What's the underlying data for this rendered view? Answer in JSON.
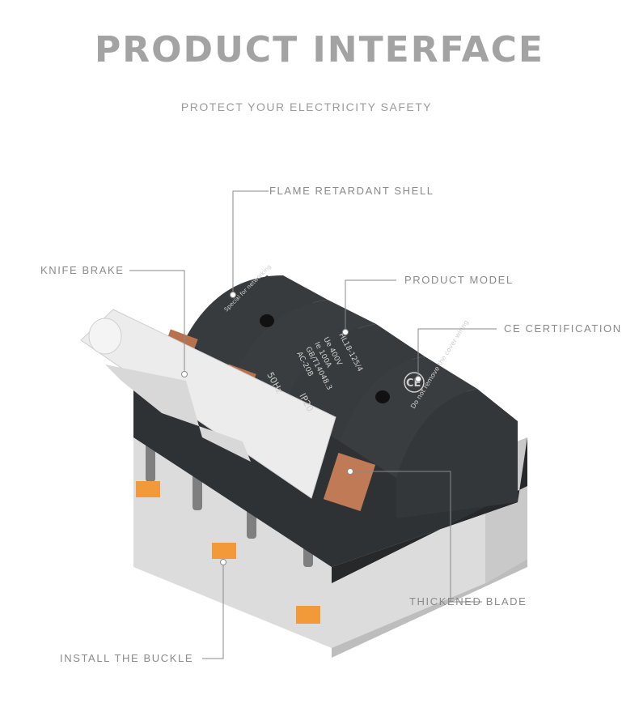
{
  "header": {
    "title": "PRODUCT INTERFACE",
    "subtitle": "PROTECT YOUR ELECTRICITY SAFETY"
  },
  "callouts": {
    "flame_retardant_shell": "FLAME RETARDANT SHELL",
    "knife_brake": "KNIFE BRAKE",
    "product_model": "PRODUCT MODEL",
    "ce_certification": "CE CERTIFICATION",
    "thickened_blade": "THICKENED BLADE",
    "install_the_buckle": "INSTALL THE BUCKLE"
  },
  "product_markings": {
    "model": "HL18-125/4",
    "ue": "Ue 400V",
    "ie": "Ie 100A",
    "standard": "GB/T14048.3",
    "category": "AC-20B",
    "frequency": "50Hz",
    "protection": "IP20",
    "ce_mark": "CE",
    "warning": "Do not remove the cover wiring",
    "special_note": "Special for networking"
  },
  "colors": {
    "shell": "#2f3234",
    "base": "#dcdcdc",
    "handle": "#ececec",
    "copper": "#b8714e",
    "buckle": "#f29a3a",
    "line": "#8a8a8a"
  }
}
